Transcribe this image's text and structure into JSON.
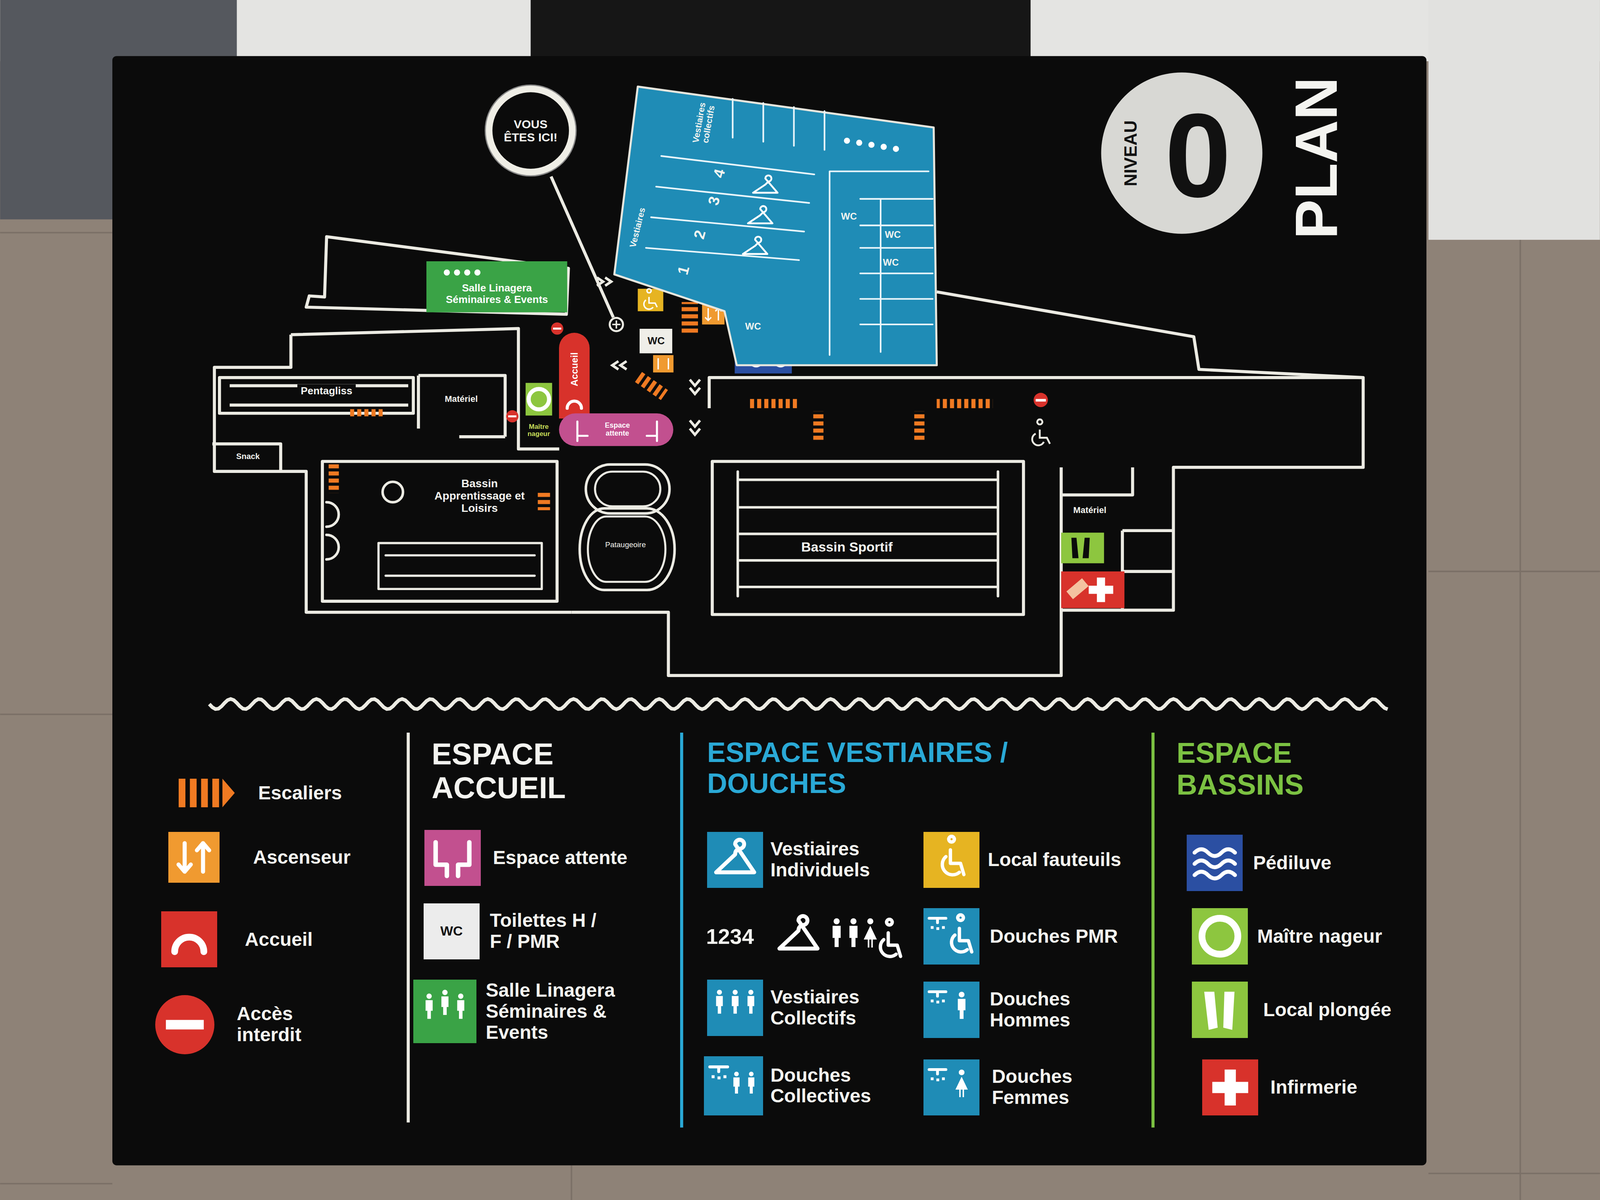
{
  "diagram": {
    "title": "PLAN",
    "nodes": [
      {
        "text": [
          "VOUS ÊTES ICI!"
        ]
      },
      {
        "text": [
          "NIVEAU",
          "0"
        ]
      },
      {
        "text": [
          "Vestiaires collectifs",
          "Vestiaires",
          "4",
          "3",
          "2",
          "1",
          "WC",
          "WC",
          "WC",
          "WC"
        ]
      },
      {
        "text": [
          "Salle Linagera Séminaires & Events"
        ]
      },
      {
        "text": [
          "Accueil"
        ]
      },
      {
        "text": [
          "Espace attente"
        ]
      },
      {
        "text": [
          "WC"
        ]
      },
      {
        "text": [
          "Bassin Apprentissage et Loisirs"
        ]
      },
      {
        "text": [
          "Pataugeoire"
        ]
      },
      {
        "text": [
          "Bassin Sportif"
        ]
      },
      {
        "text": [
          "Maître nageur"
        ]
      }
    ],
    "labels": [
      "Pentagliss",
      "Matériel",
      "Snack",
      "Matériel",
      "ESPACE ACCUEIL",
      "ESPACE VESTIAIRES / DOUCHES",
      "ESPACE BASSINS",
      "WC"
    ],
    "legend": [
      {
        "text": "Escaliers"
      },
      {
        "text": "Ascenseur",
        "color": "#f09a30"
      },
      {
        "text": "Accueil",
        "color": "#d8322b"
      },
      {
        "text": "Accès interdit",
        "color": "#d8322b"
      },
      {
        "text": "Espace attente",
        "color": "#c2508f"
      },
      {
        "text": "Toilettes H / F / PMR",
        "color": "#ececec"
      },
      {
        "text": "Salle Linagera Séminaires & Events",
        "color": "#3aa346"
      },
      {
        "text": "Vestiaires Individuels",
        "color": "#1f8cb6"
      },
      {
        "text": "1234"
      },
      {
        "text": "Vestiaires Collectifs",
        "color": "#1f8cb6"
      },
      {
        "text": "Douches Collectives",
        "color": "#1f8cb6"
      },
      {
        "text": "Local fauteuils",
        "color": "#e6b422"
      },
      {
        "text": "Douches PMR",
        "color": "#1f8cb6"
      },
      {
        "text": "Douches Hommes",
        "color": "#1f8cb6"
      },
      {
        "text": "Douches Femmes",
        "color": "#1f8cb6"
      },
      {
        "text": "Pédiluve",
        "color": "#2b4fa2"
      },
      {
        "text": "Maître nageur",
        "color": "#8dc63f"
      },
      {
        "text": "Local plongée",
        "color": "#8dc63f"
      },
      {
        "text": "Infirmerie",
        "color": "#d8322b"
      }
    ]
  }
}
